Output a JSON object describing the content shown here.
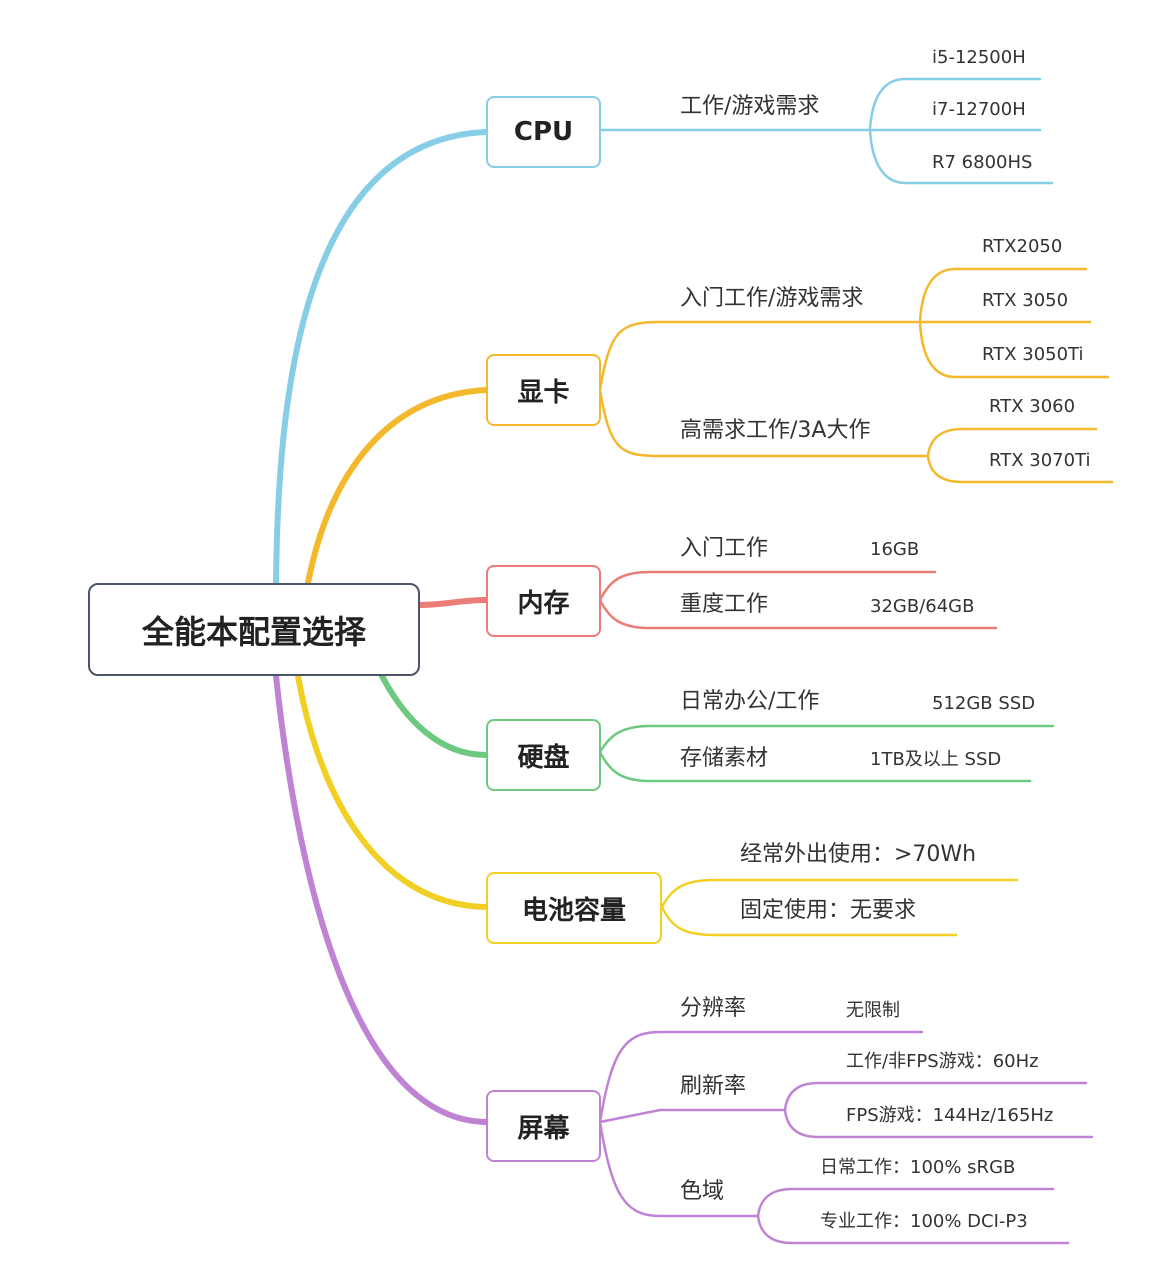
{
  "root": "全能本配置选择",
  "colors": {
    "cpu": "#86cde6",
    "gpu": "#f4b82c",
    "memory": "#ec7c76",
    "disk": "#6cc97f",
    "battery": "#f2cf24",
    "screen": "#c083d4"
  },
  "cpu": {
    "title": "CPU",
    "need": "工作/游戏需求",
    "options": [
      "i5-12500H",
      "i7-12700H",
      "R7 6800HS"
    ]
  },
  "gpu": {
    "title": "显卡",
    "entry": {
      "label": "入门工作/游戏需求",
      "options": [
        "RTX2050",
        "RTX 3050",
        "RTX 3050Ti"
      ]
    },
    "high": {
      "label": "高需求工作/3A大作",
      "options": [
        "RTX 3060",
        "RTX 3070Ti"
      ]
    }
  },
  "memory": {
    "title": "内存",
    "items": [
      {
        "label": "入门工作",
        "value": "16GB"
      },
      {
        "label": "重度工作",
        "value": "32GB/64GB"
      }
    ]
  },
  "disk": {
    "title": "硬盘",
    "items": [
      {
        "label": "日常办公/工作",
        "value": "512GB SSD"
      },
      {
        "label": "存储素材",
        "value": "1TB及以上 SSD"
      }
    ]
  },
  "battery": {
    "title": "电池容量",
    "items": [
      "经常外出使用：>70Wh",
      "固定使用：无要求"
    ]
  },
  "screen": {
    "title": "屏幕",
    "resolution": {
      "label": "分辨率",
      "value": "无限制"
    },
    "refresh": {
      "label": "刷新率",
      "options": [
        "工作/非FPS游戏：60Hz",
        "FPS游戏：144Hz/165Hz"
      ]
    },
    "gamut": {
      "label": "色域",
      "options": [
        "日常工作：100% sRGB",
        "专业工作：100% DCI-P3"
      ]
    }
  }
}
